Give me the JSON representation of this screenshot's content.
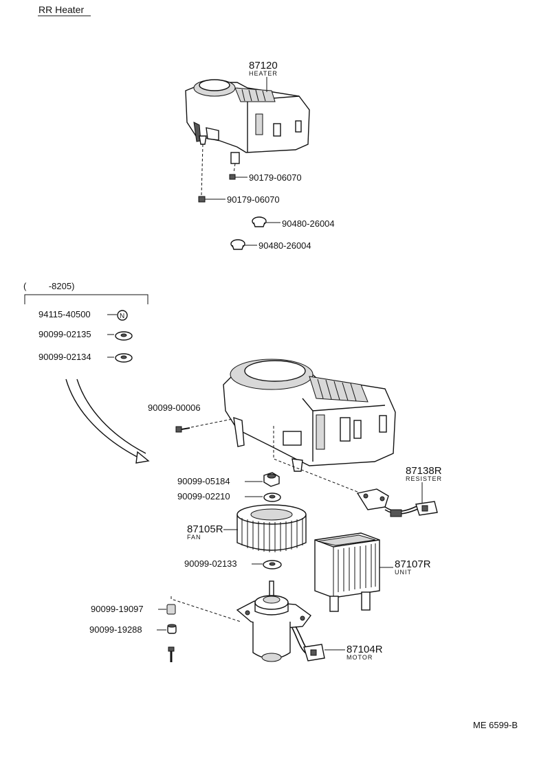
{
  "title": "RR Heater",
  "drawing_code": "ME 6599-B",
  "range_label": "(         -8205)",
  "circled_mark": "N",
  "parts": {
    "heater": {
      "number": "87120",
      "name": "HEATER"
    },
    "screw_a": {
      "number": "90179-06070"
    },
    "screw_b": {
      "number": "90179-06070"
    },
    "grommet_a": {
      "number": "90480-26004"
    },
    "grommet_b": {
      "number": "90480-26004"
    },
    "nut_n": {
      "number": "94115-40500"
    },
    "washer_a": {
      "number": "90099-02135"
    },
    "washer_b": {
      "number": "90099-02134"
    },
    "screw_c": {
      "number": "90099-00006"
    },
    "nut_d": {
      "number": "90099-05184"
    },
    "washer_c": {
      "number": "90099-02210"
    },
    "resister": {
      "number": "87138R",
      "name": "RESISTER"
    },
    "fan": {
      "number": "87105R",
      "name": "FAN"
    },
    "washer_d": {
      "number": "90099-02133"
    },
    "unit": {
      "number": "87107R",
      "name": "UNIT"
    },
    "clip": {
      "number": "90099-19097"
    },
    "grommet_c": {
      "number": "90099-19288"
    },
    "motor": {
      "number": "87104R",
      "name": "MOTOR"
    }
  }
}
